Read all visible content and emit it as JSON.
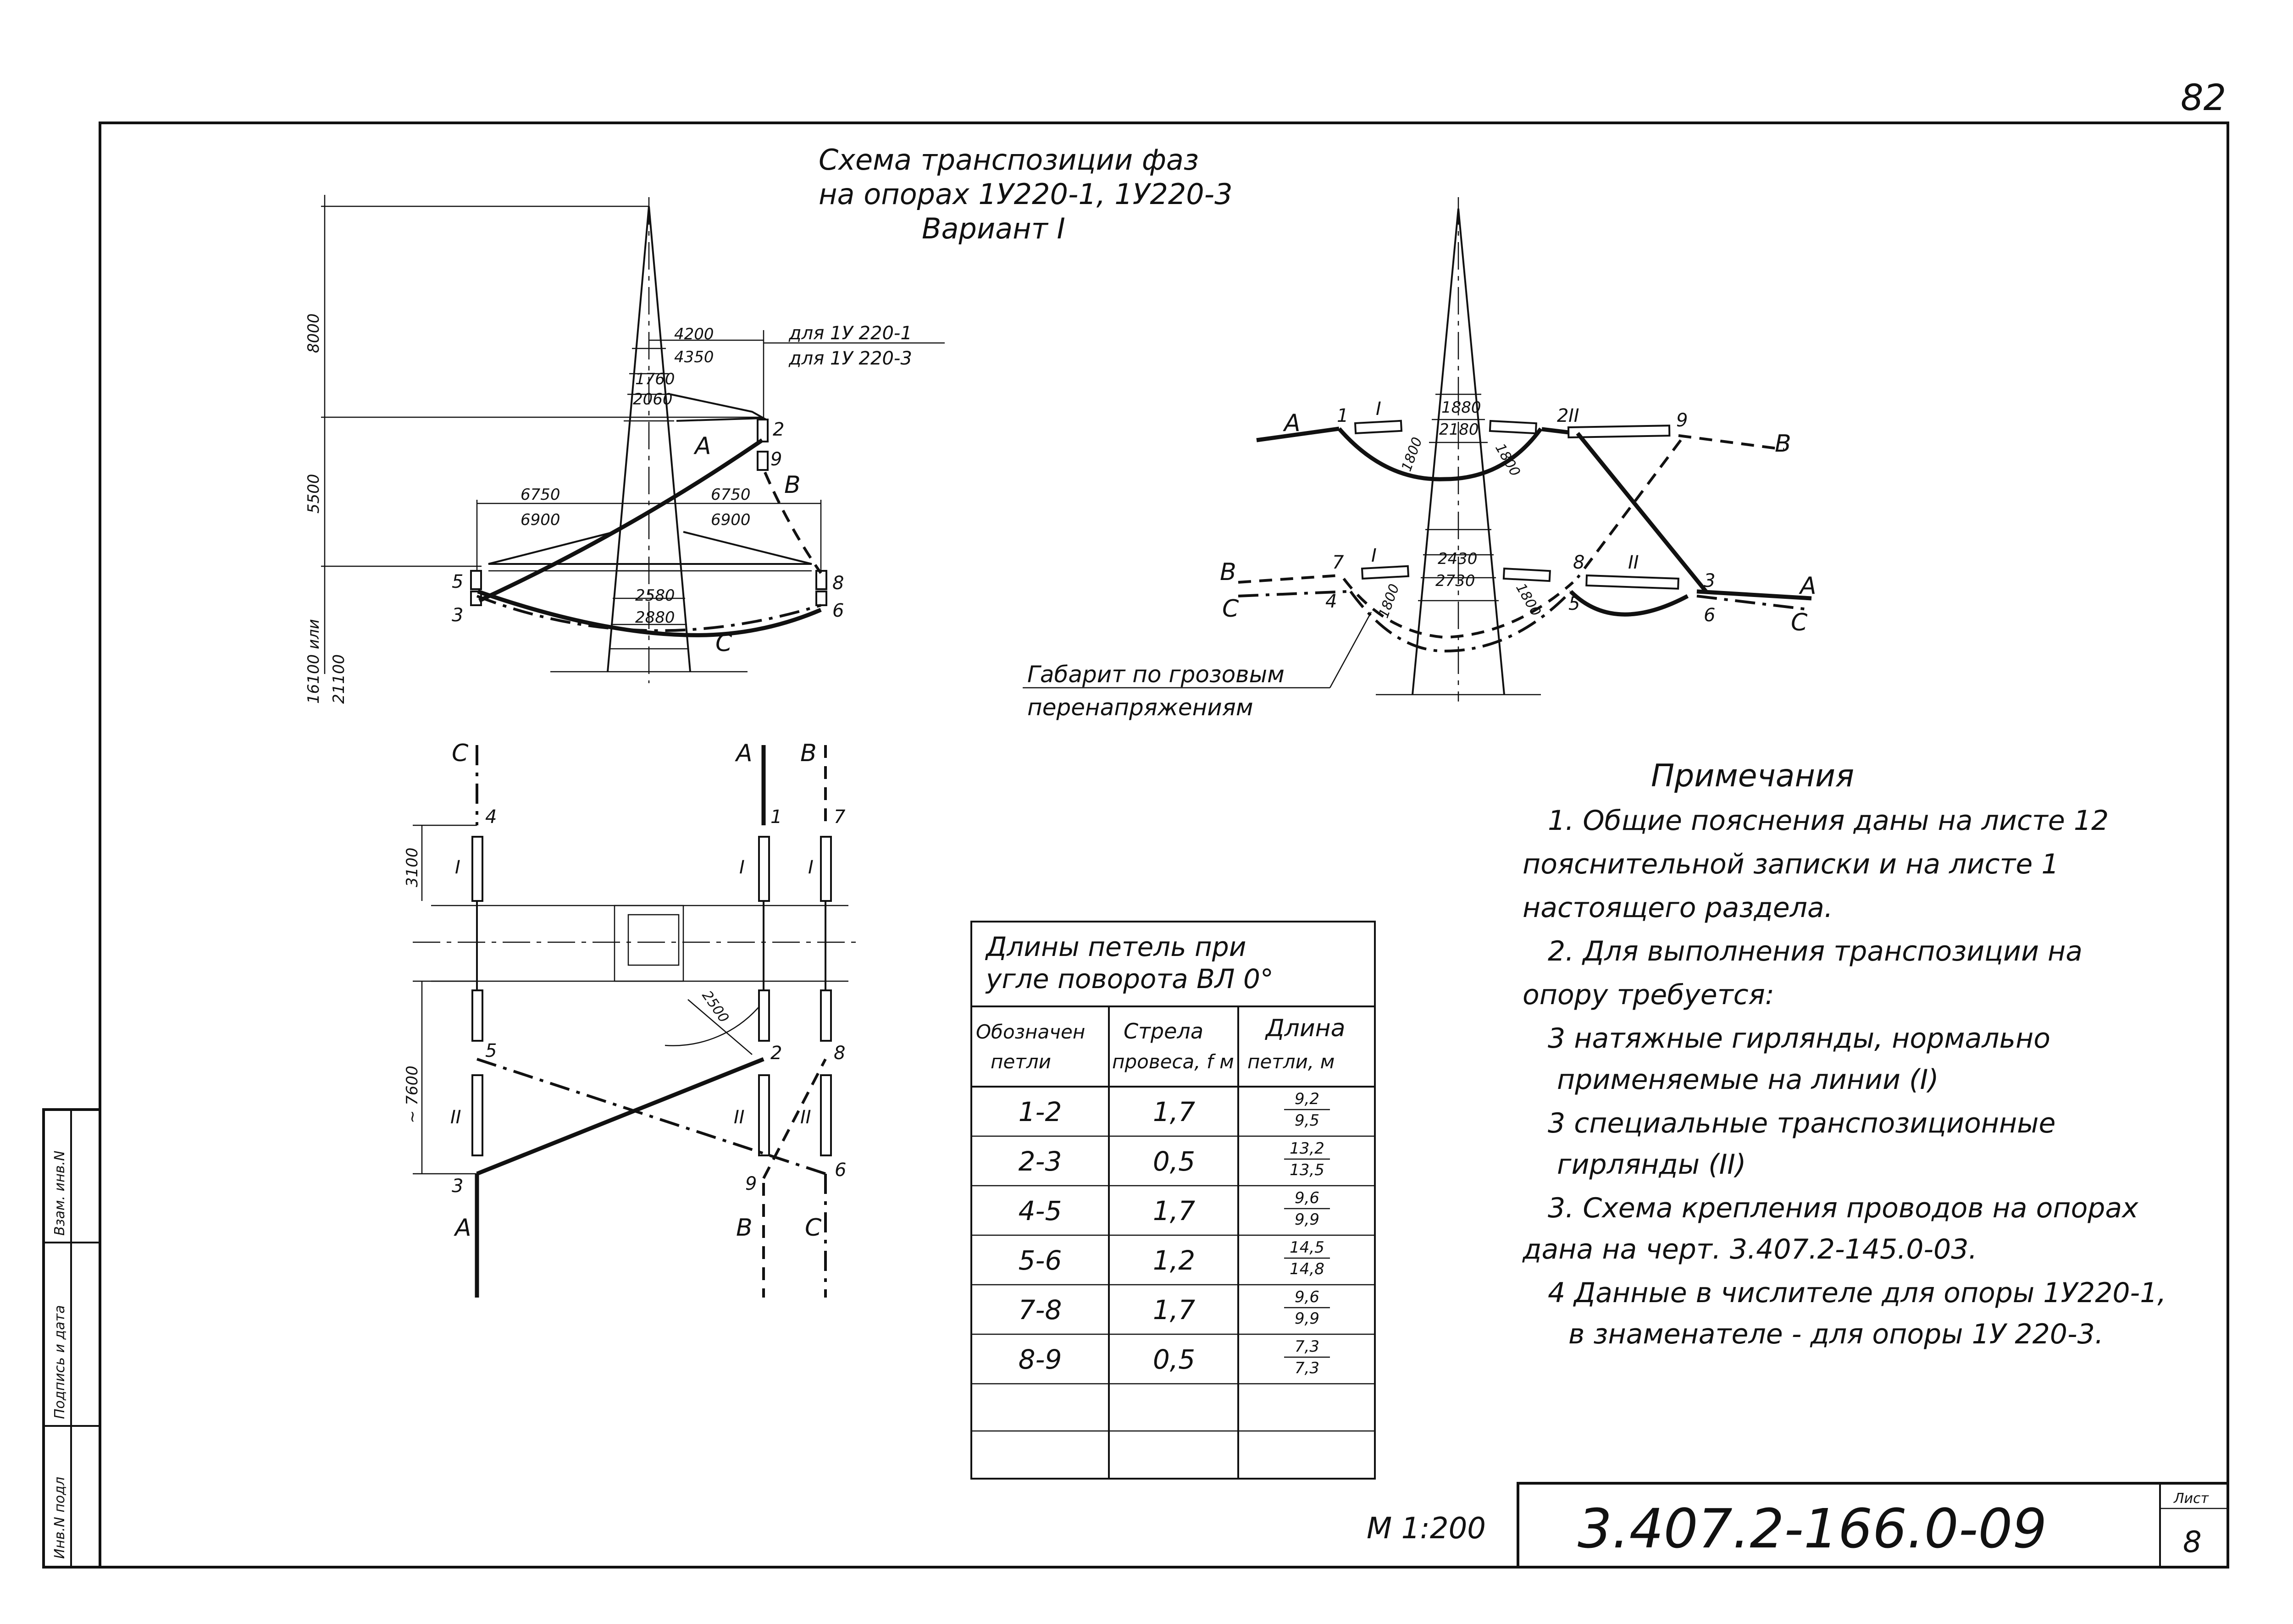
{
  "page_number": "82",
  "title": {
    "line1": "Схема транспозиции фаз",
    "line2": "на опорах 1У220-1, 1У220-3",
    "line3": "Вариант I"
  },
  "left_tower": {
    "dims": {
      "top_height": "8000",
      "mid_height": "5500",
      "bottom_height": "16100 или",
      "bottom_height_alt": "21100",
      "upper_arm_1": "4200",
      "upper_arm_3": "4350",
      "upper_width_1": "1760",
      "upper_width_3": "2060",
      "left_arm_1": "6750",
      "left_arm_3": "6900",
      "right_arm_1": "6750",
      "right_arm_3": "6900",
      "lower_width_1": "2580",
      "lower_width_3": "2880"
    },
    "callout_1": "для 1У 220-1",
    "callout_3": "для 1У 220-3",
    "points": {
      "p2": "2",
      "p9": "9",
      "p5": "5",
      "p3": "3",
      "p8": "8",
      "p6": "6"
    },
    "phases": {
      "a": "А",
      "b": "В",
      "c": "С"
    }
  },
  "right_tower": {
    "upper_widths": {
      "a": "1880",
      "b": "2180"
    },
    "lower_widths": {
      "a": "2430",
      "b": "2730"
    },
    "loop_dims": [
      "1800",
      "1800",
      "1800",
      "1800"
    ],
    "points": [
      "1",
      "2",
      "9",
      "7",
      "4",
      "8",
      "5",
      "3",
      "6"
    ],
    "roman": [
      "I",
      "II",
      "I",
      "II"
    ],
    "phases_left": [
      "А",
      "В",
      "С"
    ],
    "phases_right": [
      "В",
      "А",
      "С"
    ],
    "callout_line1": "Габарит по грозовым",
    "callout_line2": "перенапряжениям"
  },
  "plan_view": {
    "phase_top": [
      "С",
      "А",
      "В"
    ],
    "phase_bottom": [
      "А",
      "В",
      "С"
    ],
    "top_points": [
      "4",
      "1",
      "7"
    ],
    "mid_points": [
      "5",
      "2",
      "8"
    ],
    "bottom_points": [
      "3",
      "9",
      "6"
    ],
    "roman_top": [
      "I",
      "I",
      "I"
    ],
    "roman_bottom": [
      "II",
      "II",
      "II"
    ],
    "dim_top": "3100",
    "dim_bottom": "~ 7600",
    "radius": "2500"
  },
  "table": {
    "title_line1": "Длины петель при",
    "title_line2": "угле поворота ВЛ 0°",
    "headers": [
      [
        "Обозначен",
        "петли"
      ],
      [
        "Стрела",
        "провеса, f м"
      ],
      [
        "Длина",
        "петли, м"
      ]
    ],
    "rows": [
      {
        "loop": "1-2",
        "sag": "1,7",
        "len_num": "9,2",
        "len_den": "9,5"
      },
      {
        "loop": "2-3",
        "sag": "0,5",
        "len_num": "13,2",
        "len_den": "13,5"
      },
      {
        "loop": "4-5",
        "sag": "1,7",
        "len_num": "9,6",
        "len_den": "9,9"
      },
      {
        "loop": "5-6",
        "sag": "1,2",
        "len_num": "14,5",
        "len_den": "14,8"
      },
      {
        "loop": "7-8",
        "sag": "1,7",
        "len_num": "9,6",
        "len_den": "9,9"
      },
      {
        "loop": "8-9",
        "sag": "0,5",
        "len_num": "7,3",
        "len_den": "7,3"
      }
    ]
  },
  "notes": {
    "title": "Примечания",
    "lines": [
      "1. Общие пояснения даны на листе 12",
      "пояснительной записки и на листе 1",
      "настоящего раздела.",
      "2. Для выполнения транспозиции на",
      "опору требуется:",
      "3 натяжные гирлянды, нормально",
      "применяемые на линии (I)",
      "3 специальные транспозиционные",
      "гирлянды (II)",
      "3. Схема крепления проводов на опорах",
      "дана на черт. 3.407.2-145.0-03.",
      "4 Данные в числителе для опоры 1У220-1,",
      "в знаменателе - для опоры 1У 220-3."
    ]
  },
  "stamp": {
    "scale": "М 1:200",
    "code": "3.407.2-166.0-09",
    "sheet_label": "Лист",
    "sheet_number": "8"
  },
  "side_strip": [
    "Инв.N подл",
    "Подпись и дата",
    "Взам. инв.N"
  ]
}
